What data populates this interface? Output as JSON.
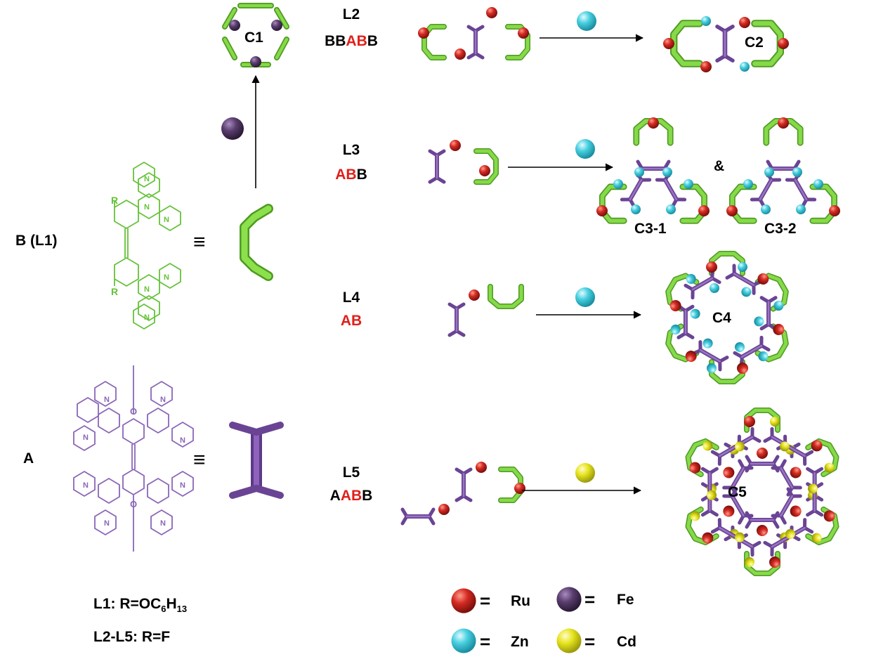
{
  "colors": {
    "ligand_b": "#7fd13f",
    "ligand_a": "#7d55a8",
    "ru": "#c62828",
    "fe": "#4a3358",
    "zn": "#3cc8d8",
    "cd": "#e4e418",
    "highlight": "#e0201b"
  },
  "left": {
    "b_label": "B (L1)",
    "a_label": "A",
    "equiv": "≡",
    "struct_b": {
      "r_top": "R",
      "r_bottom": "R",
      "n": "N"
    },
    "struct_a": {
      "o": "O",
      "n": "N"
    },
    "formula_l1_prefix": "L1: R=OC",
    "formula_l1_sub1": "6",
    "formula_l1_mid": "H",
    "formula_l1_sub2": "13",
    "formula_l2l5": "L2-L5: R=F"
  },
  "c1": {
    "label": "C1"
  },
  "rows": [
    {
      "name": "L2",
      "seq_pre": "BB",
      "seq_red": "AB",
      "seq_post": "B",
      "product": "C2"
    },
    {
      "name": "L3",
      "seq_pre": "",
      "seq_red": "AB",
      "seq_post": "B",
      "products": [
        "C3-1",
        "C3-2"
      ],
      "amp": "&"
    },
    {
      "name": "L4",
      "seq_pre": "",
      "seq_red": "AB",
      "seq_post": "",
      "product": "C4"
    },
    {
      "name": "L5",
      "seq_pre": "A",
      "seq_red": "AB",
      "seq_post": "B",
      "product": "C5"
    }
  ],
  "legend": [
    {
      "metal": "Ru",
      "eq": "=",
      "icon": "red-sphere"
    },
    {
      "metal": "Fe",
      "eq": "=",
      "icon": "purple-sphere"
    },
    {
      "metal": "Zn",
      "eq": "=",
      "icon": "cyan-sphere"
    },
    {
      "metal": "Cd",
      "eq": "=",
      "icon": "yellow-sphere"
    }
  ]
}
